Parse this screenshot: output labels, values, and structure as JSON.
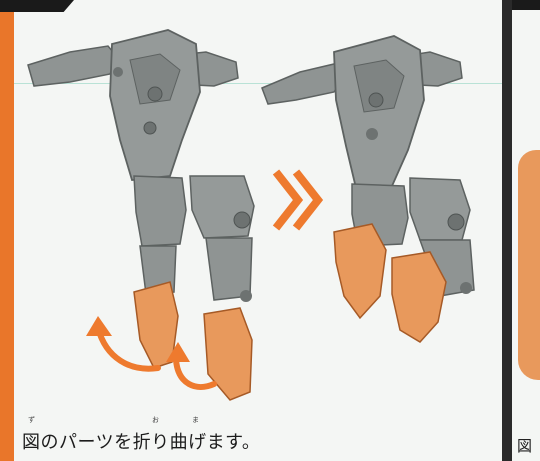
{
  "step": {
    "number": ""
  },
  "caption": {
    "text": "図のパーツを折り曲げます。",
    "ruby_zu": "ず",
    "ruby_ori": "お",
    "ruby_ma": "ま"
  },
  "next_panel": {
    "caption_fragment": "図"
  },
  "colors": {
    "accent_orange": "#e9762a",
    "robot_gray": "#8f9493",
    "part_orange": "#e8995c",
    "arrow_orange": "#ee7a2e",
    "background": "#f4f6f4"
  },
  "icons": {
    "transition": "double-chevron-right-icon",
    "bend_arrow": "curved-arrow-icon"
  }
}
